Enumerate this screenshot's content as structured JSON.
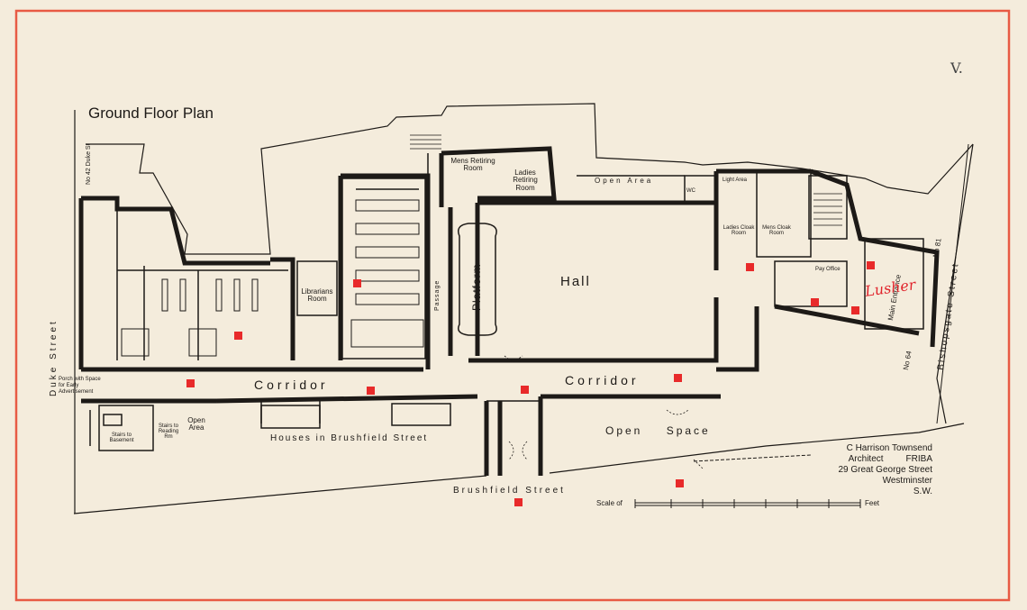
{
  "sheet": {
    "plate_number": "V.",
    "title": "Ground Floor Plan",
    "architect_lines": [
      "C Harrison Townsend",
      "Architect         FRIBA",
      "29 Great George Street",
      "Westminster",
      "S.W."
    ],
    "scale_label": "Scale of",
    "scale_unit": "Feet"
  },
  "streets": {
    "duke": "Duke Street",
    "brushfield_houses": "Houses in Brushfield Street",
    "brushfield": "Brushfield Street",
    "bishopsgate": "Bishopsgate Street",
    "no_42": "No 42 Duke St",
    "no_81": "No 81",
    "no_64": "No 64"
  },
  "rooms": {
    "hall": "Hall",
    "platform": "Platform",
    "corridor_left": "Corridor",
    "corridor_right": "Corridor",
    "open_space": "Open Space",
    "open_area_left": "Open Area",
    "open_area_top": "Open Area",
    "passage": "Passage",
    "librarians_room": "Librarians Room",
    "mens_retiring": "Mens Retiring Room",
    "ladies_retiring": "Ladies Retiring Room",
    "ladies_cloak": "Ladies Cloak Room",
    "mens_cloak": "Mens Cloak Room",
    "main_entrance": "Main Entrance",
    "pay_office": "Pay Office",
    "porch": "Porch with Space for Early Advertisement",
    "stairs_left": "Stairs to Basement",
    "stairs_mid": "Stairs to Reading Rm",
    "lettering": "Lusher",
    "light_area": "Light Area",
    "wc": "WC"
  },
  "colors": {
    "ink": "#1d1a17",
    "paper": "#f4ecdc",
    "border": "#e85a44",
    "marker": "#e82a2a"
  }
}
